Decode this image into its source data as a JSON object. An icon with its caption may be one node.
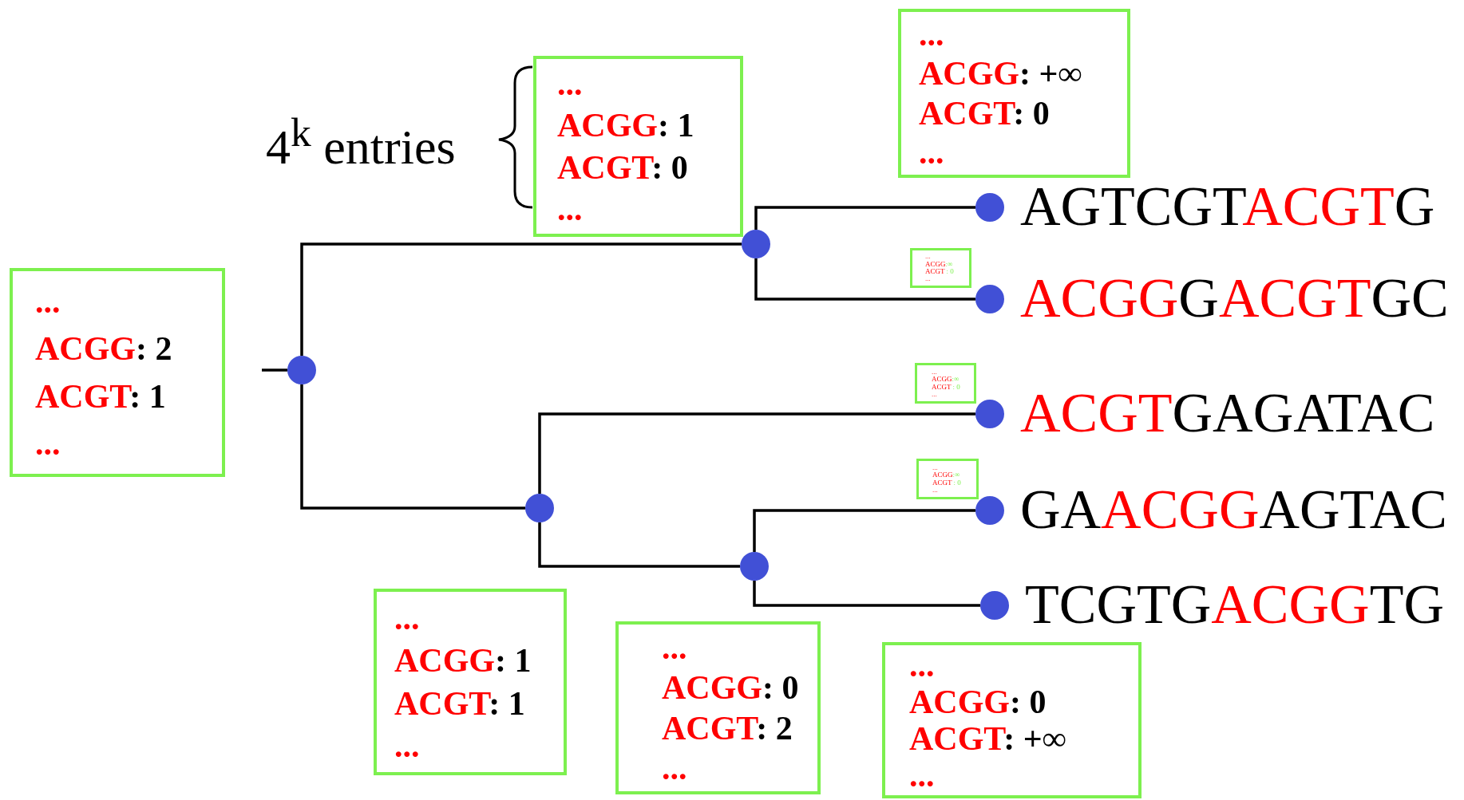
{
  "diagram": {
    "nodes": [
      {
        "text": [],
        "shape": "circle"
      },
      {
        "text": [],
        "shape": "circle"
      },
      {
        "text": [],
        "shape": "circle"
      },
      {
        "text": [],
        "shape": "circle"
      },
      {
        "text": [],
        "shape": "circle",
        "beside": [
          "AGTCGTACGTG"
        ]
      },
      {
        "text": [],
        "shape": "circle",
        "beside": [
          "ACGGGACGTGC"
        ]
      },
      {
        "text": [],
        "shape": "circle",
        "beside": [
          "ACGTGAGATAC"
        ]
      },
      {
        "text": [],
        "shape": "circle",
        "beside": [
          "GAACGGAGTAC"
        ]
      },
      {
        "text": [],
        "shape": "circle",
        "beside": [
          "TCGTGACGGTG"
        ]
      },
      {
        "text": [
          "...",
          "ACGG: 2",
          "ACGT: 1",
          "..."
        ]
      },
      {
        "text": [
          "...",
          "ACGG: 1",
          "ACGT: 0",
          "..."
        ]
      },
      {
        "text": [
          "...",
          "ACGG: +∞",
          "ACGT: 0",
          "..."
        ]
      },
      {
        "text": [
          "...",
          "ACGG:∞",
          "ACGT : 0",
          "..."
        ]
      },
      {
        "text": [
          "...",
          "ACGG:∞",
          "ACGT : 0",
          "..."
        ]
      },
      {
        "text": [
          "...",
          "ACGG:∞",
          "ACGT : 0",
          "..."
        ]
      },
      {
        "text": [
          "...",
          "ACGG: 1",
          "ACGT: 1",
          "..."
        ]
      },
      {
        "text": [
          "...",
          "ACGG: 0",
          "ACGT: 2",
          "..."
        ]
      },
      {
        "text": [
          "...",
          "ACGG: 0",
          "ACGT: +∞",
          "..."
        ]
      }
    ],
    "edges": [
      {
        "from": null,
        "to": 0,
        "arrow": "none"
      },
      {
        "from": 0,
        "to": 1,
        "arrow": "none"
      },
      {
        "from": 0,
        "to": 2,
        "arrow": "none"
      },
      {
        "from": 1,
        "to": 4,
        "arrow": "none"
      },
      {
        "from": 1,
        "to": 5,
        "arrow": "none"
      },
      {
        "from": 2,
        "to": 6,
        "arrow": "none"
      },
      {
        "from": 2,
        "to": 3,
        "arrow": "none"
      },
      {
        "from": 3,
        "to": 7,
        "arrow": "none"
      },
      {
        "from": 3,
        "to": 8,
        "arrow": "none"
      }
    ],
    "labels": [
      "4$^{k}$ entries"
    ]
  }
}
